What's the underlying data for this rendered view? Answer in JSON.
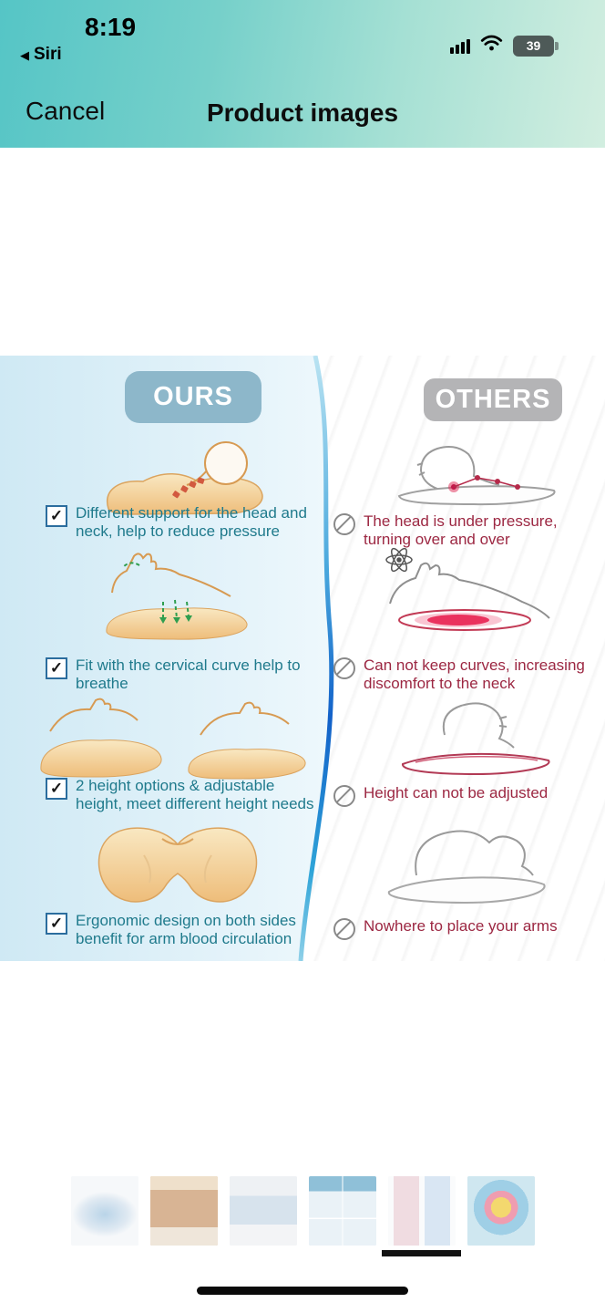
{
  "status_bar": {
    "time": "8:19",
    "back_app": "Siri",
    "battery_percent": "39"
  },
  "icons": {
    "back_chevron": "◀",
    "checkbox_check": "✓",
    "prohibition_icon": "circle-with-slash",
    "wifi_icon": "wifi",
    "cellular_icon": "signal-bars"
  },
  "header": {
    "cancel_label": "Cancel",
    "title": "Product images"
  },
  "comparison": {
    "ours_label": "OURS",
    "others_label": "OTHERS",
    "ours_items": [
      "Different support for the head and neck, help to reduce pressure",
      "Fit with the cervical curve help to breathe",
      "2 height options & adjustable height, meet different height needs",
      "Ergonomic design on both sides benefit for arm blood circulation"
    ],
    "others_items": [
      "The head is under pressure, turning over and over",
      "Can not keep curves, increasing discomfort to the neck",
      "Height can not be adjusted",
      "Nowhere to place your arms"
    ],
    "colors": {
      "ours_badge": "#8db7ca",
      "others_badge": "#b4b4b6",
      "ours_text": "#1f7a8c",
      "others_text": "#9c2742",
      "left_panel": "#d9edf6",
      "divider_blue": "#1d6fc9"
    }
  },
  "thumbnail_strip": {
    "selected_index": 5,
    "thumbnails": [
      {
        "label": "thumbnail 1",
        "bg": "#f4f6f8"
      },
      {
        "label": "thumbnail 2",
        "bg": "#d7b090"
      },
      {
        "label": "thumbnail 3",
        "bg": "#e9edf0"
      },
      {
        "label": "thumbnail 4",
        "bg": "#cfe3ee"
      },
      {
        "label": "thumbnail 5",
        "bg": "#f6f7f8"
      },
      {
        "label": "thumbnail 6",
        "bg": "#cfe6ef"
      }
    ]
  }
}
